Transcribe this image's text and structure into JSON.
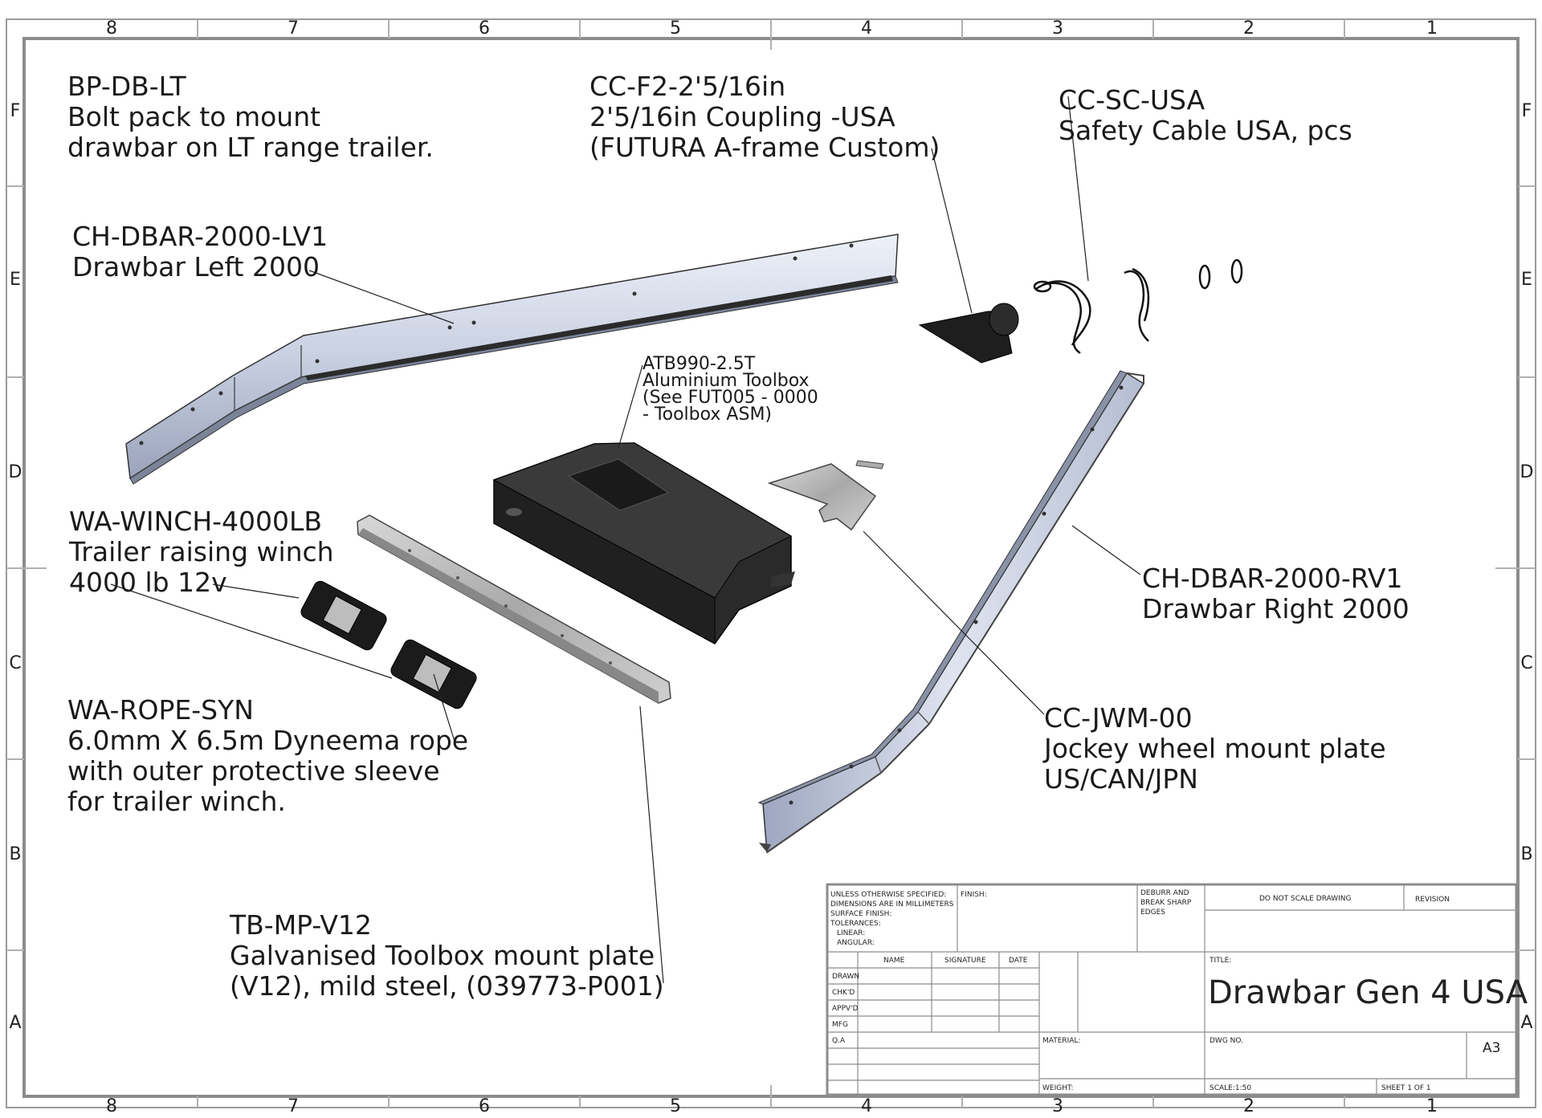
{
  "zones": {
    "columns": [
      "8",
      "7",
      "6",
      "5",
      "4",
      "3",
      "2",
      "1"
    ],
    "rows": [
      "F",
      "E",
      "D",
      "C",
      "B",
      "A"
    ]
  },
  "callouts": {
    "bolt_pack": {
      "code": "BP-DB-LT",
      "line1": "Bolt pack to mount",
      "line2": "drawbar on LT range trailer."
    },
    "coupling": {
      "code": "CC-F2-2'5/16in",
      "line1": "2'5/16in Coupling -USA",
      "line2": "(FUTURA A-frame Custom)"
    },
    "safety_cable": {
      "code": "CC-SC-USA",
      "line1": "Safety Cable USA, pcs"
    },
    "drawbar_left": {
      "code": "CH-DBAR-2000-LV1",
      "line1": "Drawbar Left 2000"
    },
    "toolbox": {
      "code": "ATB990-2.5T",
      "line1": "Aluminium Toolbox",
      "line2": "(See FUT005 - 0000",
      "line3": "- Toolbox ASM)"
    },
    "winch": {
      "code": "WA-WINCH-4000LB",
      "line1": "Trailer raising winch",
      "line2": "4000 lb 12v"
    },
    "drawbar_right": {
      "code": "CH-DBAR-2000-RV1",
      "line1": "Drawbar Right 2000"
    },
    "rope": {
      "code": "WA-ROPE-SYN",
      "line1": "6.0mm X 6.5m Dyneema rope",
      "line2": "with outer protective sleeve",
      "line3": "for trailer winch."
    },
    "jockey_plate": {
      "code": "CC-JWM-00",
      "line1": "Jockey wheel mount plate",
      "line2": "US/CAN/JPN"
    },
    "mount_plate": {
      "code": "TB-MP-V12",
      "line1": "Galvanised Toolbox mount plate",
      "line2": "(V12), mild steel, (039773-P001)"
    }
  },
  "title_block": {
    "spec_lines": [
      "UNLESS OTHERWISE SPECIFIED:",
      "DIMENSIONS ARE IN MILLIMETERS",
      "SURFACE FINISH:",
      "TOLERANCES:",
      "   LINEAR:",
      "   ANGULAR:"
    ],
    "finish_label": "FINISH:",
    "deburr_lines": [
      "DEBURR AND",
      "BREAK SHARP",
      "EDGES"
    ],
    "do_not_scale": "DO NOT SCALE DRAWING",
    "revision_label": "REVISION",
    "col_headers": [
      "NAME",
      "SIGNATURE",
      "DATE"
    ],
    "row_labels": [
      "DRAWN",
      "CHK'D",
      "APPV'D",
      "MFG",
      "Q.A"
    ],
    "title_label": "TITLE:",
    "title": "Drawbar Gen 4 USA",
    "material_label": "MATERIAL:",
    "dwg_no_label": "DWG NO.",
    "sheet_size": "A3",
    "weight_label": "WEIGHT:",
    "scale_label": "SCALE:1:50",
    "sheet_label": "SHEET 1 OF 1"
  },
  "colors": {
    "frame": "#8c8c8c",
    "steel_light": "#d4dbec",
    "steel_mid": "#a9b2c8",
    "toolbox": "#1c1c1c",
    "galvanised": "#b7b7b7"
  }
}
